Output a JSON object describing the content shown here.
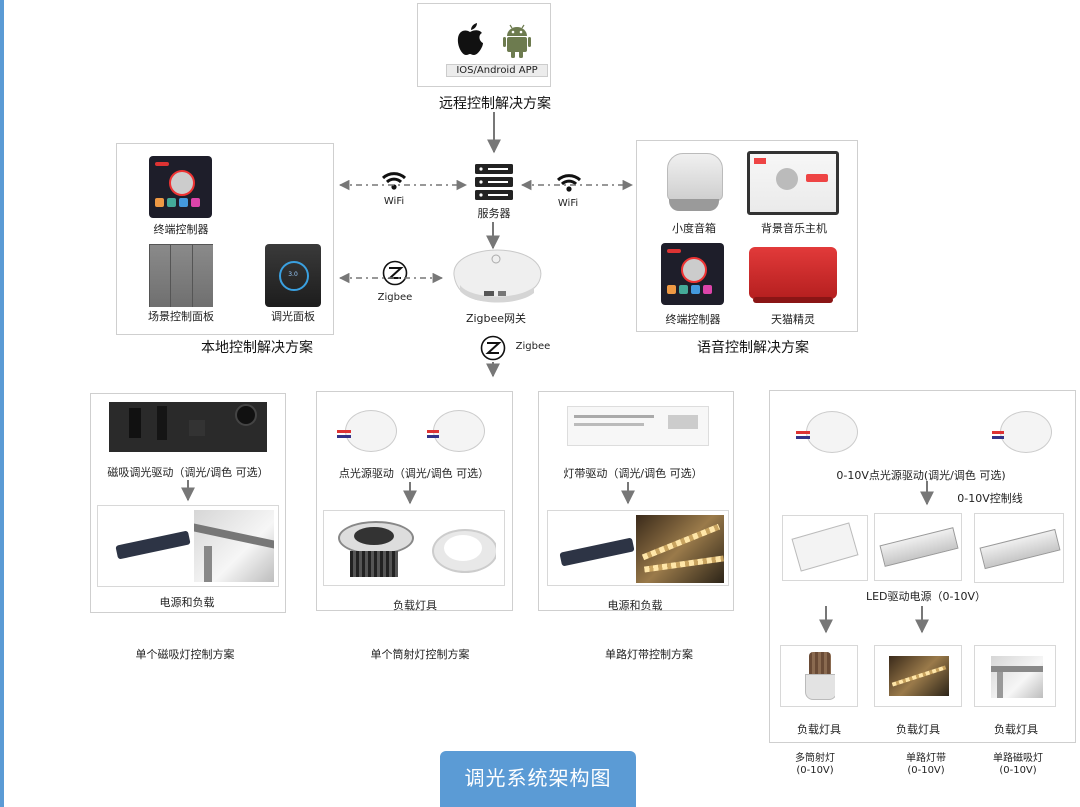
{
  "remote": {
    "app_label": "IOS/Android APP",
    "caption": "远程控制解决方案"
  },
  "local": {
    "terminal": "终端控制器",
    "scene_panel": "场景控制面板",
    "dimmer_panel": "调光面板",
    "caption": "本地控制解决方案"
  },
  "voice": {
    "xiaodu": "小度音箱",
    "bg_music": "背景音乐主机",
    "terminal": "终端控制器",
    "tmall": "天猫精灵",
    "caption": "语音控制解决方案"
  },
  "center": {
    "wifi_left": "WiFi",
    "wifi_right": "WiFi",
    "server": "服务器",
    "zigbee_left": "Zigbee",
    "gateway": "Zigbee网关",
    "zigbee_down": "Zigbee"
  },
  "solutions": {
    "magnetic": {
      "driver": "磁吸调光驱动（调光/调色 可选）",
      "load": "电源和负载",
      "caption": "单个磁吸灯控制方案"
    },
    "spot": {
      "driver": "点光源驱动（调光/调色 可选）",
      "load": "负载灯具",
      "caption": "单个筒射灯控制方案"
    },
    "strip": {
      "driver": "灯带驱动（调光/调色 可选）",
      "load": "电源和负载",
      "caption": "单路灯带控制方案"
    },
    "multi": {
      "driver": "0-10V点光源驱动(调光/调色 可选)",
      "control_line": "0-10V控制线",
      "psu": "LED驱动电源（0-10V）",
      "load1": "负载灯具",
      "load2": "负载灯具",
      "load3": "负载灯具",
      "cap1_a": "多筒射灯",
      "cap1_b": "(0-10V)",
      "cap2_a": "单路灯带",
      "cap2_b": "(0-10V)",
      "cap3_a": "单路磁吸灯",
      "cap3_b": "(0-10V)"
    }
  },
  "banner": "调光系统架构图",
  "colors": {
    "accent": "#5b9bd5",
    "arrow": "#777777"
  }
}
